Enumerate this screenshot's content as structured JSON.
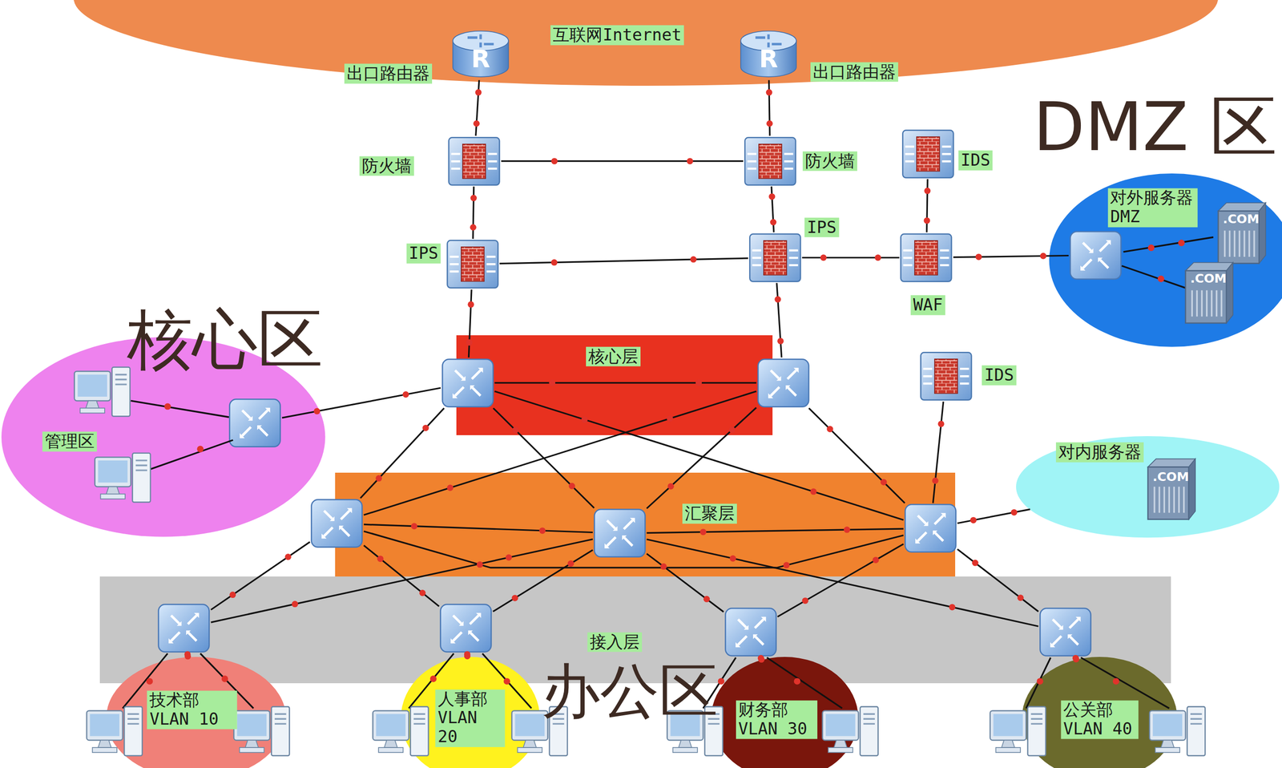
{
  "diagram": {
    "nodes": [
      {
        "text": [
          "互联网Internet"
        ]
      },
      {
        "text": [
          "R",
          "出口路由器"
        ],
        "in": 0
      },
      {
        "text": [
          "R",
          "出口路由器"
        ],
        "in": 0
      },
      {
        "text": [
          "防火墙"
        ]
      },
      {
        "text": [
          "防火墙"
        ]
      },
      {
        "text": [
          "IDS"
        ]
      },
      {
        "text": [
          "IPS"
        ]
      },
      {
        "text": [
          "IPS"
        ]
      },
      {
        "text": [
          "WAF"
        ]
      },
      {
        "text": [
          "DMZ 区",
          "对外服务器 DMZ"
        ]
      },
      {
        "text": [],
        "in": 9
      },
      {
        "text": [
          "核心区",
          "管理区"
        ]
      },
      {
        "text": [],
        "in": 11
      },
      {
        "text": [
          "核心层"
        ]
      },
      {
        "text": [],
        "in": 13
      },
      {
        "text": [],
        "in": 13
      },
      {
        "text": [
          "IDS"
        ]
      },
      {
        "text": [
          "对内服务器"
        ]
      },
      {
        "text": [
          "汇聚层"
        ]
      },
      {
        "text": [],
        "in": 18
      },
      {
        "text": [],
        "in": 18
      },
      {
        "text": [],
        "in": 18
      },
      {
        "text": [
          "接入层"
        ]
      },
      {
        "text": [],
        "in": 22
      },
      {
        "text": [],
        "in": 22
      },
      {
        "text": [],
        "in": 22
      },
      {
        "text": [],
        "in": 22
      },
      {
        "text": [
          "技术部 VLAN 10"
        ]
      },
      {
        "text": [
          "人事部 VLAN 20"
        ]
      },
      {
        "text": [
          "财务部 VLAN 30"
        ]
      },
      {
        "text": [
          "公关部 VLAN 40"
        ]
      }
    ],
    "edges": [
      {
        "from": 1,
        "to": 3,
        "arrow": "none"
      },
      {
        "from": 2,
        "to": 4,
        "arrow": "none"
      },
      {
        "from": 3,
        "to": 4,
        "arrow": "none"
      },
      {
        "from": 3,
        "to": 6,
        "arrow": "none"
      },
      {
        "from": 4,
        "to": 7,
        "arrow": "none"
      },
      {
        "from": 6,
        "to": 7,
        "arrow": "none"
      },
      {
        "from": 7,
        "to": 8,
        "arrow": "none"
      },
      {
        "from": 5,
        "to": 8,
        "arrow": "none"
      },
      {
        "from": 8,
        "to": 10,
        "arrow": "none"
      },
      {
        "from": 6,
        "to": 14,
        "arrow": "none"
      },
      {
        "from": 7,
        "to": 15,
        "arrow": "none"
      },
      {
        "from": 14,
        "to": 15,
        "arrow": "none"
      },
      {
        "from": 14,
        "to": 12,
        "arrow": "none"
      },
      {
        "from": 14,
        "to": 19,
        "arrow": "none"
      },
      {
        "from": 14,
        "to": 20,
        "arrow": "none"
      },
      {
        "from": 14,
        "to": 21,
        "arrow": "none"
      },
      {
        "from": 15,
        "to": 19,
        "arrow": "none"
      },
      {
        "from": 15,
        "to": 20,
        "arrow": "none"
      },
      {
        "from": 15,
        "to": 21,
        "arrow": "none"
      },
      {
        "from": 16,
        "to": 21,
        "arrow": "none"
      },
      {
        "from": 21,
        "to": 17,
        "arrow": "none"
      },
      {
        "from": 19,
        "to": 20,
        "arrow": "none"
      },
      {
        "from": 20,
        "to": 21,
        "arrow": "none"
      },
      {
        "from": 19,
        "to": 21,
        "arrow": "none"
      },
      {
        "from": 19,
        "to": 23,
        "arrow": "none"
      },
      {
        "from": 19,
        "to": 24,
        "arrow": "none"
      },
      {
        "from": 20,
        "to": 23,
        "arrow": "none"
      },
      {
        "from": 20,
        "to": 24,
        "arrow": "none"
      },
      {
        "from": 20,
        "to": 25,
        "arrow": "none"
      },
      {
        "from": 20,
        "to": 26,
        "arrow": "none"
      },
      {
        "from": 21,
        "to": 25,
        "arrow": "none"
      },
      {
        "from": 21,
        "to": 26,
        "arrow": "none"
      },
      {
        "from": 23,
        "to": 27,
        "arrow": "none"
      },
      {
        "from": 24,
        "to": 28,
        "arrow": "none"
      },
      {
        "from": 25,
        "to": 29,
        "arrow": "none"
      },
      {
        "from": 26,
        "to": 30,
        "arrow": "none"
      }
    ],
    "labels": [
      ".COM",
      ".COM",
      ".COM",
      "办公区"
    ]
  }
}
